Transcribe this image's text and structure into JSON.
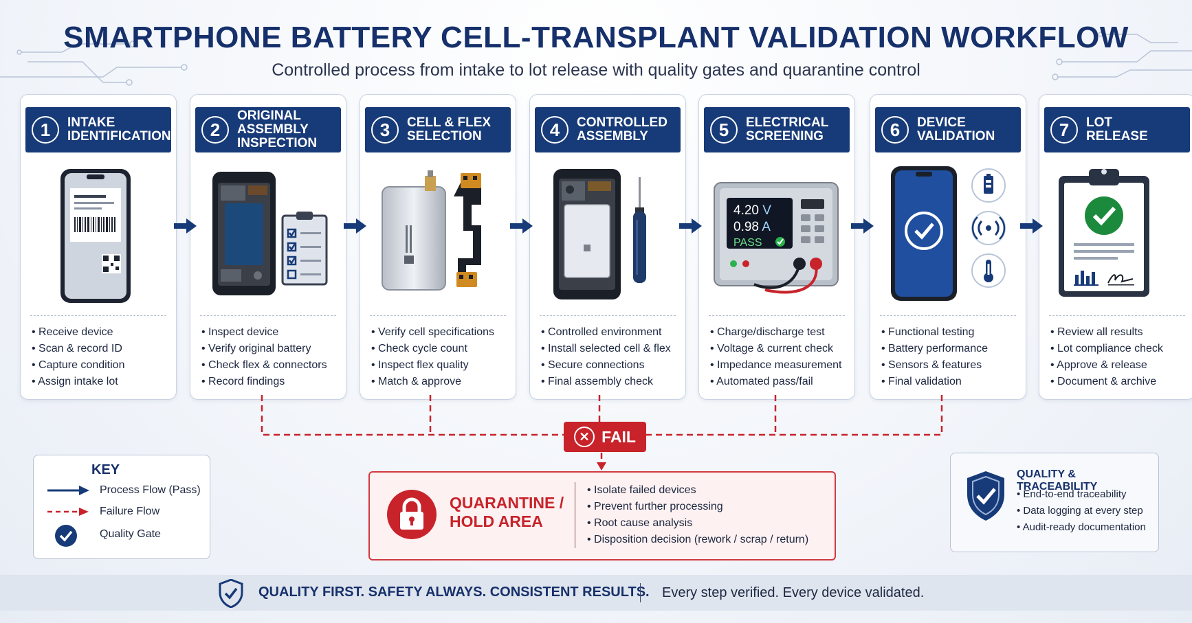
{
  "header": {
    "title": "SMARTPHONE BATTERY CELL-TRANSPLANT VALIDATION WORKFLOW",
    "subtitle": "Controlled process from intake to lot release with quality gates and quarantine control"
  },
  "colors": {
    "navy": "#173a78",
    "fail_red": "#c8232b",
    "pass_green": "#1c8a3c",
    "panel_border": "#c9d3e3"
  },
  "steps": [
    {
      "number": "1",
      "title": "Intake\nIdentification",
      "icon": "phone-barcode-icon",
      "items": [
        "Receive device",
        "Scan & record ID",
        "Capture condition",
        "Assign intake lot"
      ]
    },
    {
      "number": "2",
      "title": "Original\nAssembly\nInspection",
      "icon": "phone-open-checklist-icon",
      "items": [
        "Inspect device",
        "Verify original battery",
        "Check flex & connectors",
        "Record findings"
      ]
    },
    {
      "number": "3",
      "title": "Cell & Flex\nSelection",
      "icon": "battery-cell-flex-icon",
      "items": [
        "Verify cell specifications",
        "Check cycle count",
        "Inspect flex quality",
        "Match & approve"
      ]
    },
    {
      "number": "4",
      "title": "Controlled\nAssembly",
      "icon": "phone-screwdriver-icon",
      "items": [
        "Controlled environment",
        "Install selected cell & flex",
        "Secure connections",
        "Final assembly check"
      ]
    },
    {
      "number": "5",
      "title": "Electrical\nScreening",
      "icon": "power-supply-icon",
      "items": [
        "Charge/discharge test",
        "Voltage & current check",
        "Impedance measurement",
        "Automated pass/fail"
      ],
      "meter": {
        "voltage": "4.20",
        "voltage_unit": "V",
        "current": "0.98",
        "current_unit": "A",
        "status": "PASS"
      }
    },
    {
      "number": "6",
      "title": "Device\nValidation",
      "icon": "phone-check-icon",
      "items": [
        "Functional testing",
        "Battery performance",
        "Sensors & features",
        "Final validation"
      ]
    },
    {
      "number": "7",
      "title": "Lot\nRelease",
      "icon": "clipboard-approved-icon",
      "items": [
        "Review all results",
        "Lot compliance check",
        "Approve & release",
        "Document & archive"
      ]
    }
  ],
  "fail_label": "FAIL",
  "quarantine": {
    "title": "QUARANTINE /\nHOLD AREA",
    "items": [
      "Isolate failed devices",
      "Prevent further processing",
      "Root cause analysis",
      "Disposition decision (rework / scrap / return)"
    ]
  },
  "key": {
    "title": "KEY",
    "process_flow": "Process Flow (Pass)",
    "failure_flow": "Failure Flow",
    "quality_gate": "Quality Gate"
  },
  "quality": {
    "title": "QUALITY & TRACEABILITY",
    "items": [
      "End-to-end traceability",
      "Data logging at every step",
      "Audit-ready documentation"
    ]
  },
  "footer": {
    "main": "QUALITY FIRST. SAFETY ALWAYS. CONSISTENT RESULTS.",
    "sub": "Every step verified. Every device validated."
  }
}
